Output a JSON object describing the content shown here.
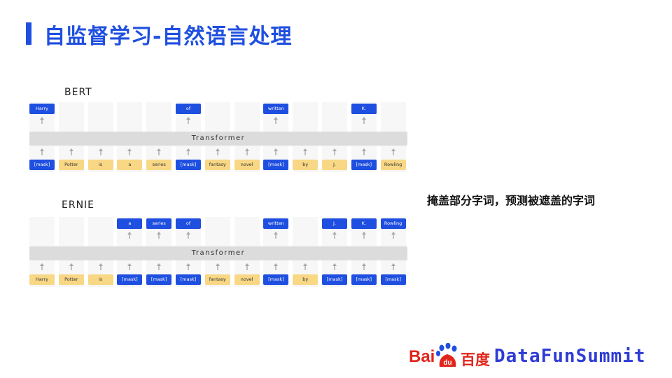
{
  "slide": {
    "title": "自监督学习-自然语言处理",
    "note": "掩盖部分字词，预测被遮盖的字词"
  },
  "bert": {
    "label": "BERT",
    "transformer": "Transformer",
    "inputs": [
      {
        "text": "[mask]",
        "color": "blue"
      },
      {
        "text": "Potter",
        "color": "yellow"
      },
      {
        "text": "is",
        "color": "yellow"
      },
      {
        "text": "a",
        "color": "yellow"
      },
      {
        "text": "series",
        "color": "yellow"
      },
      {
        "text": "[mask]",
        "color": "blue"
      },
      {
        "text": "fantasy",
        "color": "yellow"
      },
      {
        "text": "novel",
        "color": "yellow"
      },
      {
        "text": "[mask]",
        "color": "blue"
      },
      {
        "text": "by",
        "color": "yellow"
      },
      {
        "text": "J.",
        "color": "yellow"
      },
      {
        "text": "[mask]",
        "color": "blue"
      },
      {
        "text": "Rowling",
        "color": "yellow"
      }
    ],
    "outputs": [
      {
        "col": 0,
        "text": "Harry"
      },
      {
        "col": 5,
        "text": "of"
      },
      {
        "col": 8,
        "text": "written"
      },
      {
        "col": 11,
        "text": "K."
      }
    ]
  },
  "ernie": {
    "label": "ERNIE",
    "transformer": "Transformer",
    "inputs": [
      {
        "text": "Harry",
        "color": "yellow"
      },
      {
        "text": "Potter",
        "color": "yellow"
      },
      {
        "text": "is",
        "color": "yellow"
      },
      {
        "text": "[mask]",
        "color": "blue"
      },
      {
        "text": "[mask]",
        "color": "blue"
      },
      {
        "text": "[mask]",
        "color": "blue"
      },
      {
        "text": "fantasy",
        "color": "yellow"
      },
      {
        "text": "novel",
        "color": "yellow"
      },
      {
        "text": "[mask]",
        "color": "blue"
      },
      {
        "text": "by",
        "color": "yellow"
      },
      {
        "text": "[mask]",
        "color": "blue"
      },
      {
        "text": "[mask]",
        "color": "blue"
      },
      {
        "text": "[mask]",
        "color": "blue"
      }
    ],
    "outputs": [
      {
        "col": 3,
        "text": "a"
      },
      {
        "col": 4,
        "text": "series"
      },
      {
        "col": 5,
        "text": "of"
      },
      {
        "col": 8,
        "text": "written"
      },
      {
        "col": 10,
        "text": "J."
      },
      {
        "col": 11,
        "text": "K."
      },
      {
        "col": 12,
        "text": "Rowling"
      }
    ]
  },
  "logo": {
    "baidu_left": "Bai",
    "baidu_mid": "du",
    "baidu_right": "百度",
    "brand": "DataFunSummit"
  },
  "colors": {
    "accent": "#1f4fe0",
    "mask_token": "#1f4fe0",
    "word_token": "#f8d785",
    "transformer": "#dcdcdc",
    "baidu_red": "#e1251b",
    "brand_blue": "#2e3bd6"
  }
}
